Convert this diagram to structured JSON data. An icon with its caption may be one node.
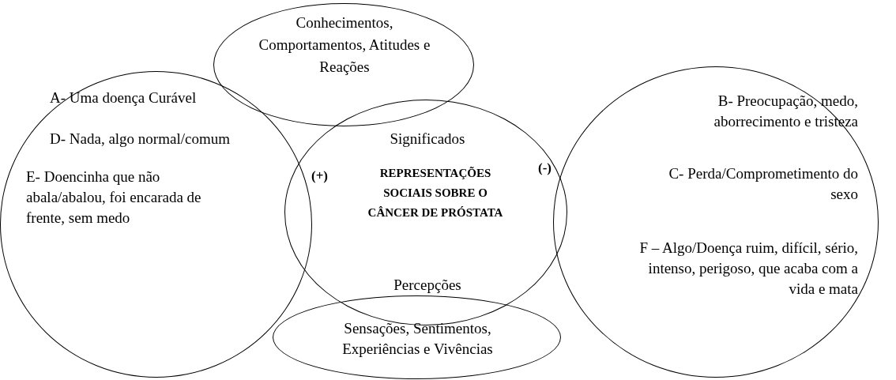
{
  "diagram": {
    "nodes": [
      {
        "text": [
          "A- Uma doença Curável",
          "D- Nada, algo normal/comum",
          "E- Doencinha que não abala/abalou, foi encarada de frente, sem medo"
        ]
      },
      {
        "text": [
          "Conhecimentos, Comportamentos, Atitudes e Reações"
        ]
      },
      {
        "text": [
          "Significados",
          "REPRESENTAÇÕES SOCIAIS SOBRE O CÂNCER DE PRÓSTATA",
          "Percepções"
        ]
      },
      {
        "text": [
          "B- Preocupação, medo, aborrecimento e tristeza",
          "C- Perda/Comprometimento do sexo",
          "F – Algo/Doença ruim, difícil, sério, intenso, perigoso, que acaba com a vida e mata"
        ]
      },
      {
        "text": [
          "Sensações, Sentimentos, Experiências e Vivências"
        ]
      }
    ],
    "labels": [
      "(+)",
      "(-)"
    ]
  }
}
